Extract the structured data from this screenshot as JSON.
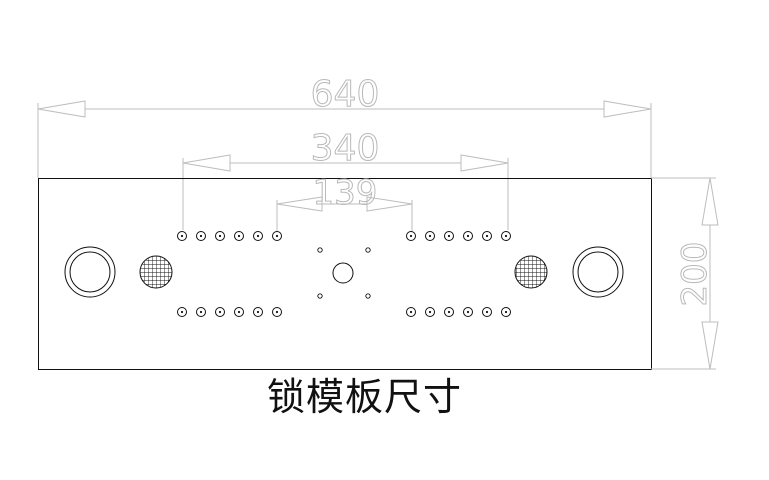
{
  "diagram": {
    "title": "锁模板尺寸",
    "dimensions": {
      "overall_width": "640",
      "hole_span": "340",
      "inner_span": "139",
      "height": "200"
    },
    "colors": {
      "outline": "#111111",
      "dimension_line": "#bdbdbd",
      "dimension_text": "#b5b5b5"
    }
  }
}
